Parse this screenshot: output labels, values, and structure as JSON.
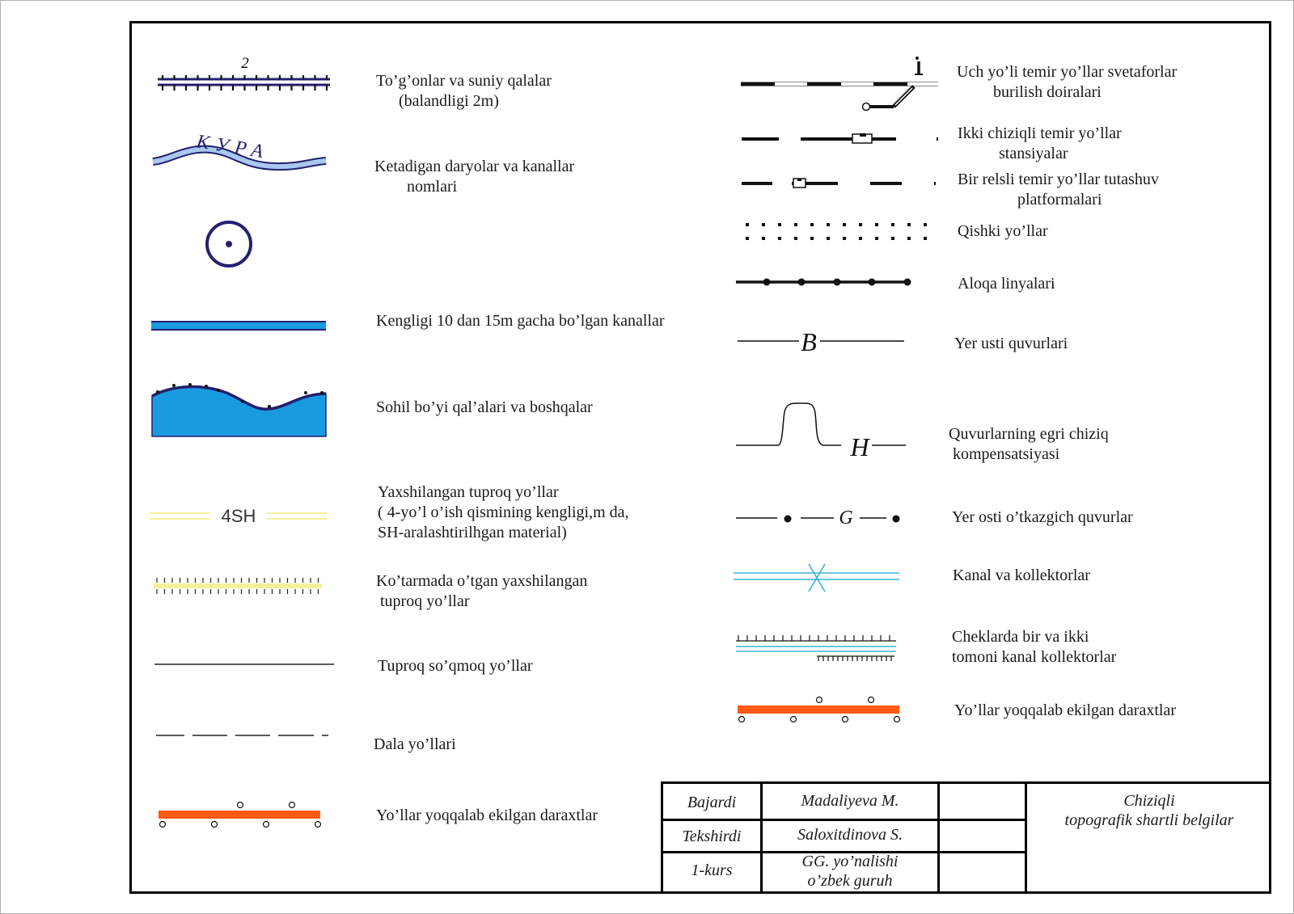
{
  "legend_left": [
    {
      "id": "dams",
      "label_lines": [
        "To’g’onlar va suniy qalalar",
        "   (balandligi 2m)"
      ],
      "symbol_text": "2"
    },
    {
      "id": "rivers",
      "label_lines": [
        "Ketadigan daryolar va kanallar",
        "      nomlari"
      ],
      "symbol_text": "КУРА"
    },
    {
      "id": "well",
      "label_lines": []
    },
    {
      "id": "canal-10-15",
      "label_lines": [
        "Kengligi 10 dan 15m gacha bo’lgan kanallar"
      ]
    },
    {
      "id": "shore-ramparts",
      "label_lines": [
        "Sohil bo’yi qal’alari va boshqalar"
      ]
    },
    {
      "id": "improved-dirt-road",
      "label_lines": [
        "Yaxshilangan tuproq yo’llar",
        "( 4-yo’l o’ish qismining kengligi,m da,",
        "SH-aralashtirilhgan material)"
      ],
      "symbol_text": "4SH"
    },
    {
      "id": "embanked-dirt-road",
      "label_lines": [
        "Ko’tarmada o’tgan yaxshilangan",
        " tuproq yo’llar"
      ]
    },
    {
      "id": "dirt-track",
      "label_lines": [
        "Tuproq so’qmoq yo’llar"
      ]
    },
    {
      "id": "field-road",
      "label_lines": [
        "Dala yo’llari"
      ]
    },
    {
      "id": "trees-left",
      "label_lines": [
        "Yo’llar yoqqalab ekilgan daraxtlar"
      ]
    }
  ],
  "legend_right": [
    {
      "id": "three-track-rail",
      "label_lines": [
        "Uch yo’li temir yo’llar svetaforlar",
        "        burilish doiralari"
      ]
    },
    {
      "id": "double-rail-stations",
      "label_lines": [
        "Ikki chiziqli temir yo’llar",
        "          stansiyalar"
      ]
    },
    {
      "id": "single-rail-platforms",
      "label_lines": [
        "Bir relsli temir yo’llar tutashuv",
        "           platformalari"
      ]
    },
    {
      "id": "winter-roads",
      "label_lines": [
        "Qishki yo’llar"
      ]
    },
    {
      "id": "communication-lines",
      "label_lines": [
        "Aloqa linyalari"
      ]
    },
    {
      "id": "surface-pipes",
      "label_lines": [
        "Yer usti quvurlari"
      ],
      "symbol_text": "B"
    },
    {
      "id": "pipe-compensation",
      "label_lines": [
        "Quvurlarning egri chiziq",
        " kompensatsiyasi"
      ],
      "symbol_text": "H"
    },
    {
      "id": "underground-pipes",
      "label_lines": [
        "Yer osti o’tkazgich quvurlar"
      ],
      "symbol_text": "G"
    },
    {
      "id": "canals-collectors",
      "label_lines": [
        "Kanal va kollektorlar"
      ]
    },
    {
      "id": "bank-collectors",
      "label_lines": [
        "Cheklarda bir va ikki",
        "tomoni kanal kollektorlar"
      ]
    },
    {
      "id": "trees-right",
      "label_lines": [
        "Yo’llar yoqqalab ekilgan daraxtlar"
      ]
    }
  ],
  "title_block": {
    "rows": [
      {
        "role": "Bajardi",
        "name_lines": [
          "Madaliyeva M."
        ]
      },
      {
        "role": "Tekshirdi",
        "name_lines": [
          "Saloxitdinova S."
        ]
      },
      {
        "role": "1-kurs",
        "name_lines": [
          "GG. yo’nalishi",
          "o’zbek guruh"
        ]
      }
    ],
    "title_lines": [
      "Chiziqli",
      "topografik shartli belgilar"
    ]
  },
  "colors": {
    "navy": "#24206e",
    "water_blue": "#1a9be0",
    "river_fill": "#a9c8f0",
    "road_yellow": "#f4f19a",
    "tree_orange": "#ff5a14",
    "canal_cyan": "#3bb0d8"
  }
}
